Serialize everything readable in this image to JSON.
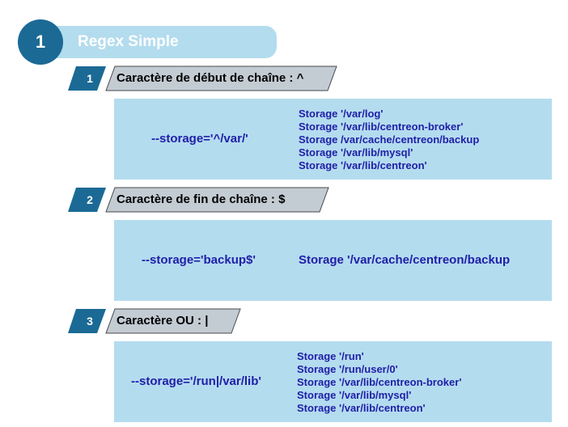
{
  "header": {
    "number": "1",
    "title": "Regex Simple"
  },
  "colors": {
    "dark_blue": "#1b6a95",
    "light_blue": "#b3dcee",
    "box_blue": "#b4dcef",
    "tag_gray": "#c3cbd3",
    "text_blue": "#2020a8"
  },
  "sections": [
    {
      "number": "1",
      "title": "Caractère de début de chaîne : ^",
      "pattern": "--storage='^/var/'",
      "results": [
        "Storage '/var/log'",
        "Storage '/var/lib/centreon-broker'",
        "Storage /var/cache/centreon/backup",
        "Storage '/var/lib/mysql'",
        "Storage '/var/lib/centreon'"
      ]
    },
    {
      "number": "2",
      "title": "Caractère de fin de chaîne : $",
      "pattern": "--storage='backup$'",
      "results": [
        "Storage '/var/cache/centreon/backup"
      ]
    },
    {
      "number": "3",
      "title": "Caractère OU : |",
      "pattern": "--storage='/run|/var/lib'",
      "results": [
        "Storage '/run'",
        "Storage '/run/user/0'",
        "Storage '/var/lib/centreon-broker'",
        "Storage '/var/lib/mysql'",
        "Storage '/var/lib/centreon'"
      ]
    }
  ]
}
